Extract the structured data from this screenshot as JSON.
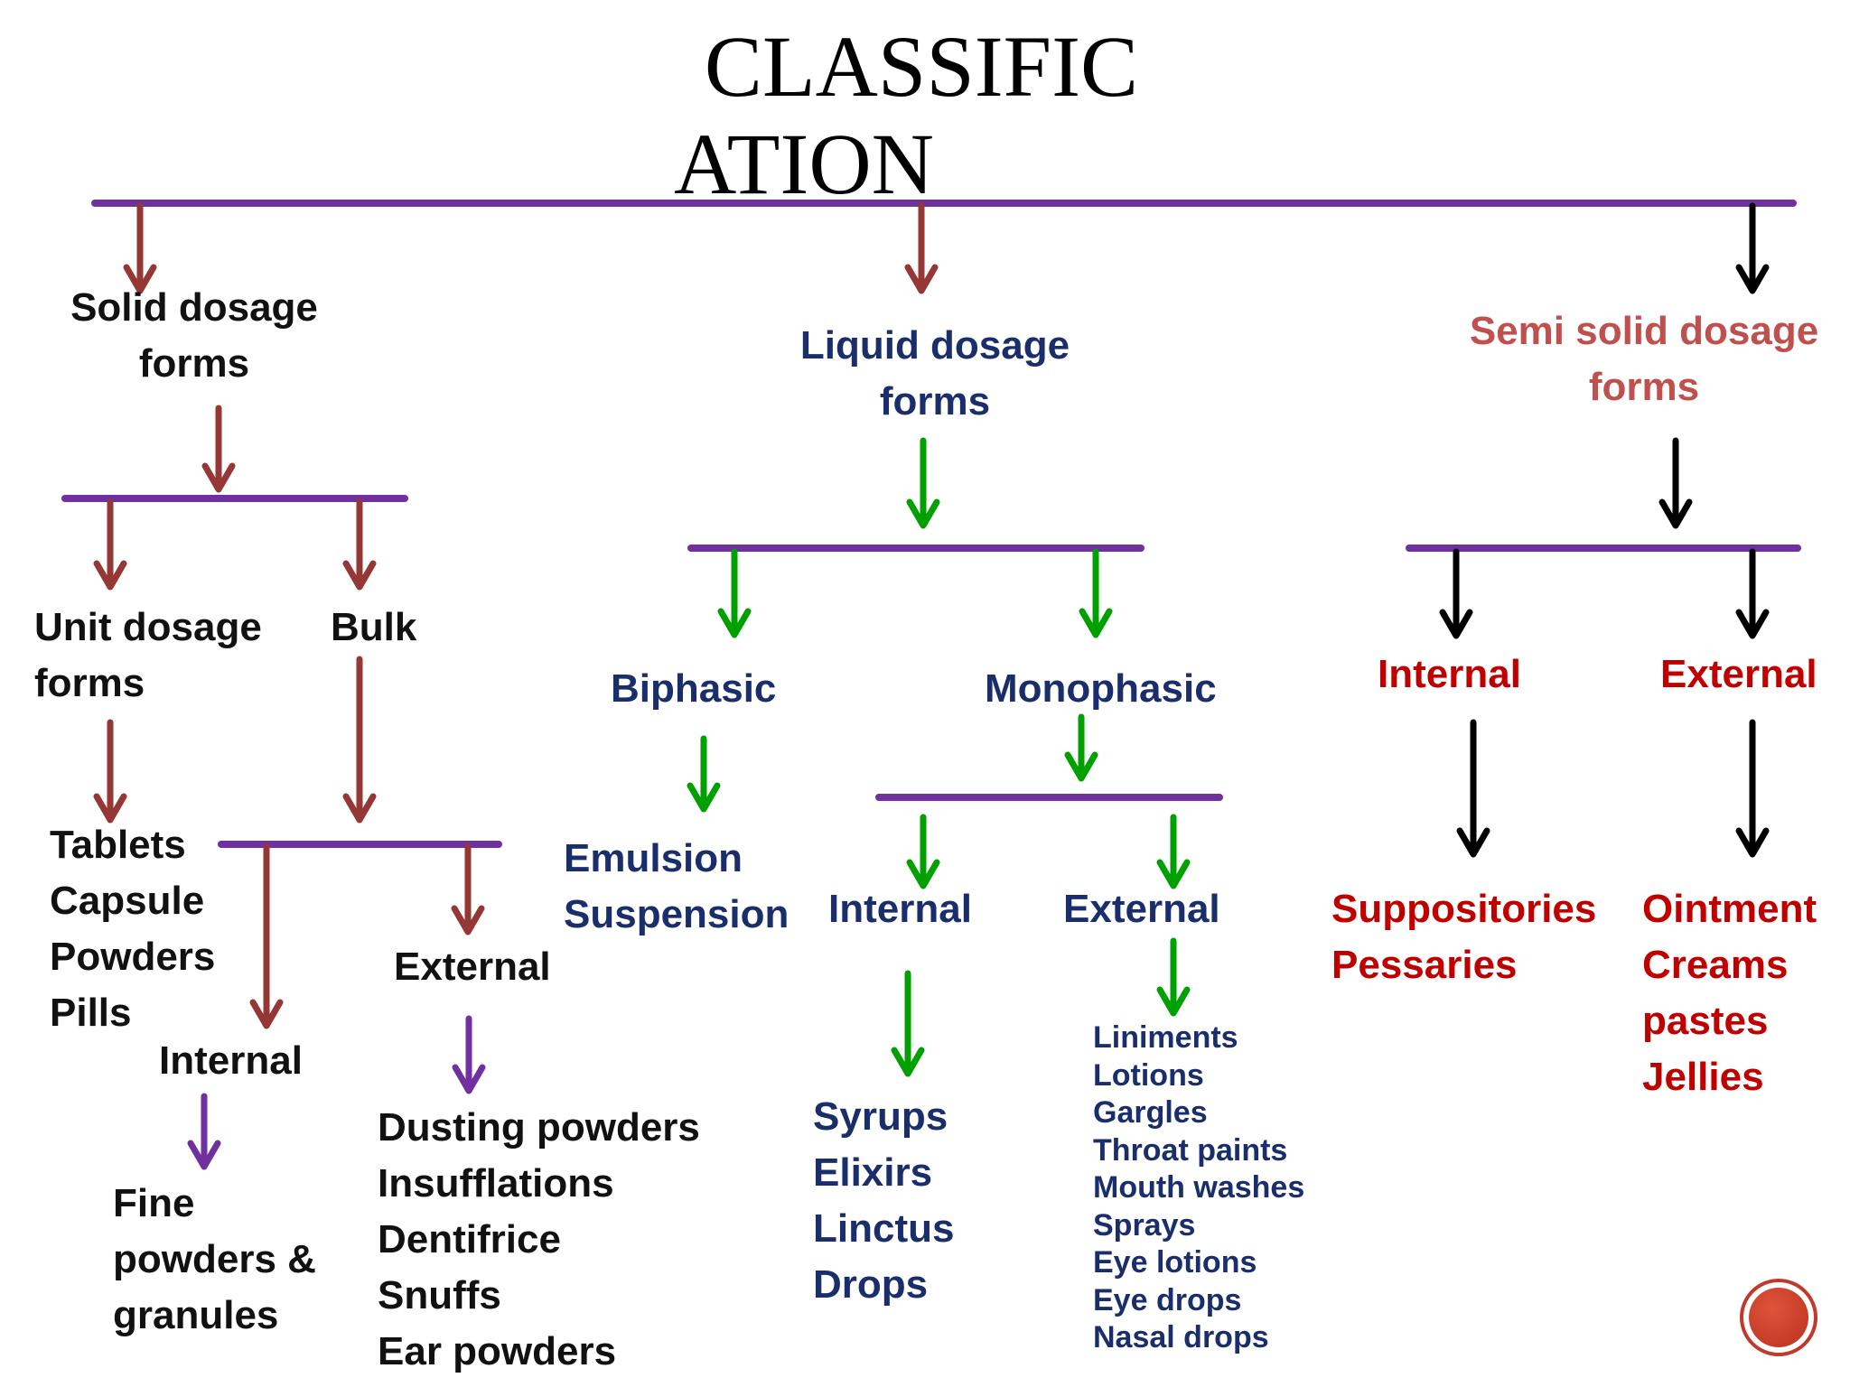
{
  "title": [
    "CLASSIFIC",
    "ATION"
  ],
  "colors": {
    "bar": "#7030a0",
    "brown_arrow": "#953735",
    "green_arrow": "#00a000",
    "black_arrow": "#000000",
    "purple_arrow": "#7030a0",
    "navy_text": "#1a2e6b",
    "rose_text": "#c0504d",
    "red_text": "#c00000",
    "logo": "#c0392b"
  },
  "solid": {
    "heading": [
      "Solid dosage",
      "forms"
    ],
    "unit": [
      "Unit dosage",
      "forms"
    ],
    "bulk": "Bulk",
    "unit_items": [
      "Tablets",
      "Capsule",
      "Powders",
      "Pills"
    ],
    "internal": "Internal",
    "external": "External",
    "internal_items": [
      "Fine",
      "powders &",
      "granules"
    ],
    "external_items": [
      "Dusting powders",
      "Insufflations",
      "Dentifrice",
      "Snuffs",
      "Ear powders"
    ]
  },
  "liquid": {
    "heading": [
      "Liquid dosage",
      "forms"
    ],
    "biphasic": "Biphasic",
    "monophasic": "Monophasic",
    "biphasic_items": [
      "Emulsion",
      "Suspension"
    ],
    "internal": "Internal",
    "external": "External",
    "internal_items": [
      "Syrups",
      "Elixirs",
      "Linctus",
      "Drops"
    ],
    "external_items": [
      "Liniments",
      "Lotions",
      "Gargles",
      "Throat paints",
      "Mouth washes",
      "Sprays",
      "Eye lotions",
      "Eye drops",
      "Nasal drops"
    ]
  },
  "semisolid": {
    "heading": [
      "Semi solid dosage",
      "forms"
    ],
    "internal": "Internal",
    "external": "External",
    "internal_items": [
      "Suppositories",
      "Pessaries"
    ],
    "external_items": [
      "Ointment",
      "Creams",
      "pastes",
      "Jellies"
    ]
  }
}
